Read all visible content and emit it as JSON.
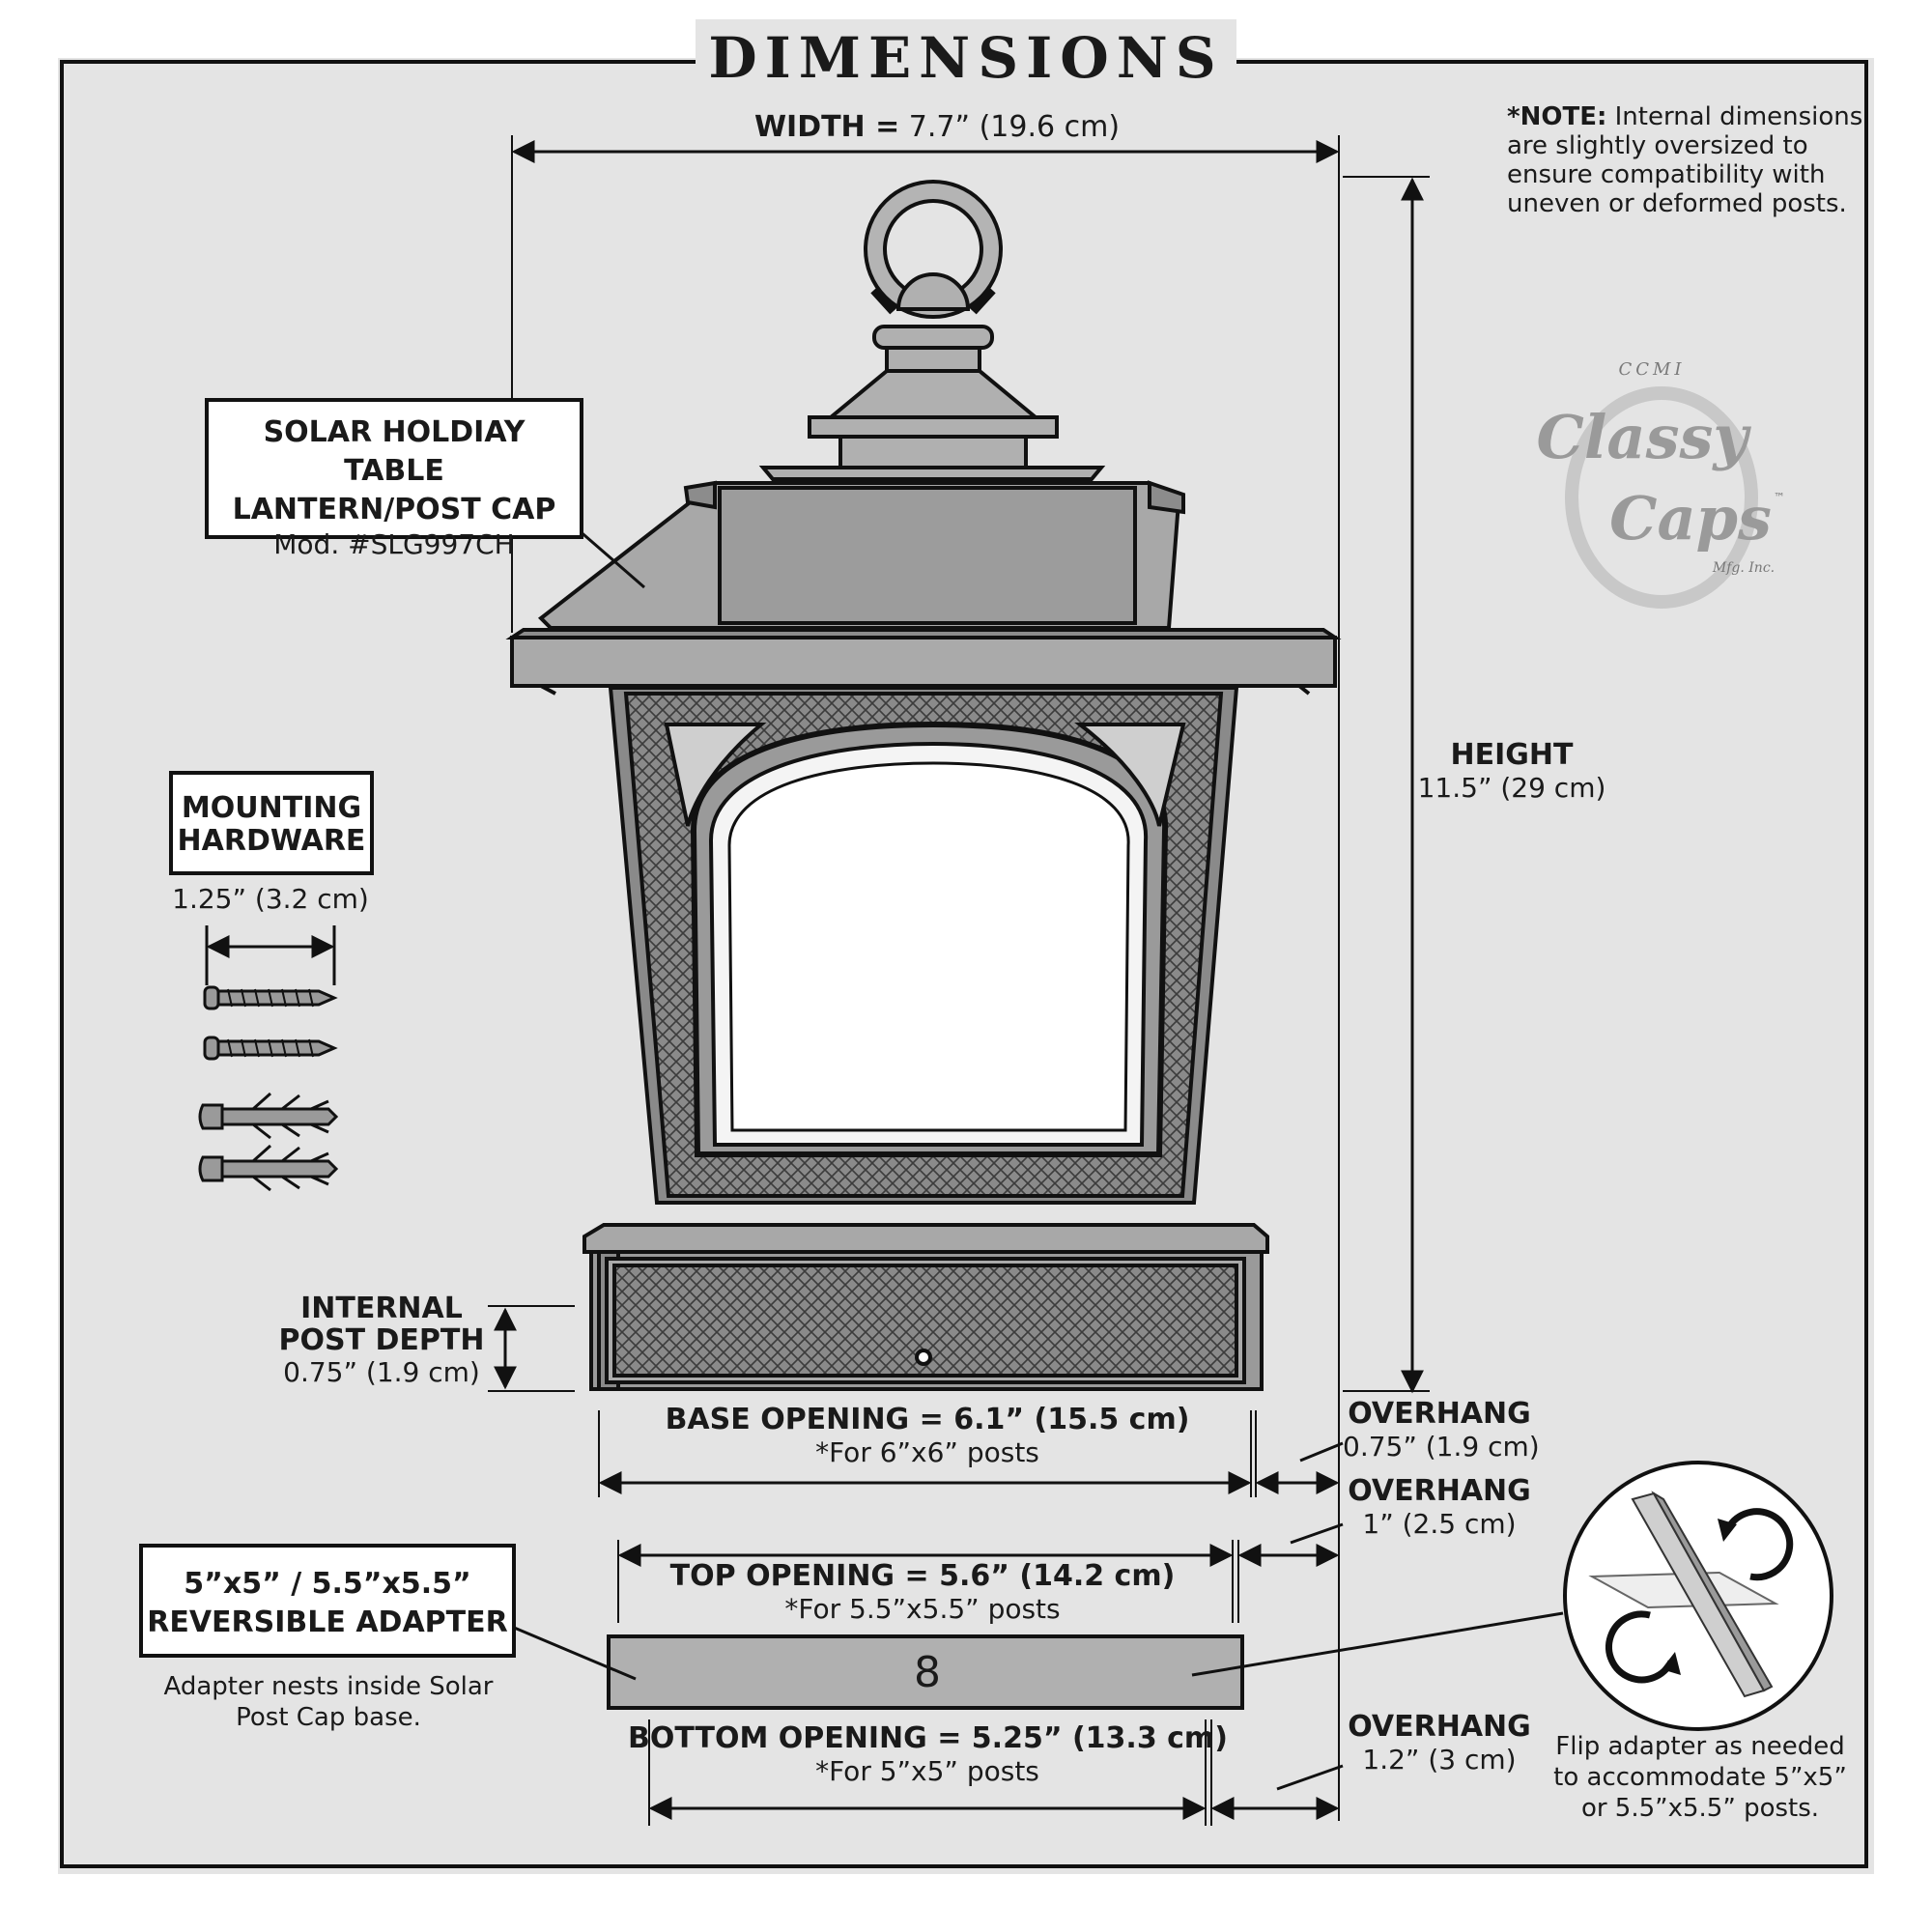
{
  "title": "DIMENSIONS",
  "note": {
    "label": "*NOTE:",
    "text": "Internal dimensions are slightly oversized to ensure compatibility with uneven or deformed posts."
  },
  "width_dim": {
    "label": "WIDTH =",
    "value": "7.7” (19.6 cm)"
  },
  "height_dim": {
    "label": "HEIGHT",
    "value": "11.5” (29 cm)"
  },
  "product_label": {
    "line1": "SOLAR HOLDIAY TABLE",
    "line2": "LANTERN/POST CAP",
    "model": "Mod. #SLG997CH"
  },
  "mounting": {
    "line1": "MOUNTING",
    "line2": "HARDWARE",
    "size": "1.25” (3.2 cm)"
  },
  "post_depth": {
    "line1": "INTERNAL",
    "line2": "POST DEPTH",
    "value": "0.75” (1.9 cm)"
  },
  "base_opening": {
    "label": "BASE OPENING = 6.1” (15.5 cm)",
    "sub": "*For 6”x6” posts"
  },
  "top_opening": {
    "label": "TOP OPENING = 5.6” (14.2 cm)",
    "sub": "*For 5.5”x5.5” posts"
  },
  "bottom_opening": {
    "label": "BOTTOM OPENING = 5.25” (13.3 cm)",
    "sub": "*For 5”x5” posts"
  },
  "overhang1": {
    "label": "OVERHANG",
    "value": "0.75” (1.9 cm)"
  },
  "overhang2": {
    "label": "OVERHANG",
    "value": "1” (2.5 cm)"
  },
  "overhang3": {
    "label": "OVERHANG",
    "value": "1.2” (3 cm)"
  },
  "adapter": {
    "line1": "5”x5” / 5.5”x5.5”",
    "line2": "REVERSIBLE ADAPTER",
    "caption1": "Adapter nests inside Solar",
    "caption2": "Post Cap base.",
    "mark": "8"
  },
  "flip": {
    "line1": "Flip adapter as needed",
    "line2": "to  accommodate 5”x5”",
    "line3": "or 5.5”x5.5” posts."
  },
  "logo": {
    "top": "CCMI",
    "word1": "Classy",
    "word2": "Caps",
    "tm": "™",
    "sub": "Mfg. Inc."
  },
  "colors": {
    "panel": "#e4e4e4",
    "lantern": "#b0b0b0",
    "lantern_dark": "#6e6e6e",
    "ink": "#111111"
  }
}
